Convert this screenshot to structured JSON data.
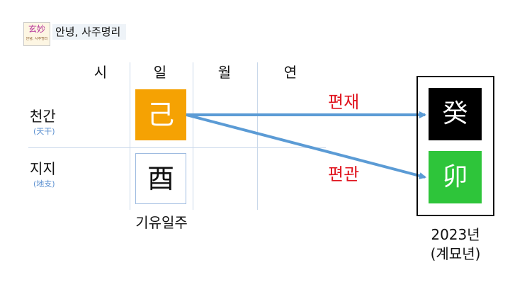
{
  "logo": {
    "main": "玄妙",
    "sub": "안녕, 사주명리"
  },
  "site_title": "안녕, 사주명리",
  "columns": [
    "시",
    "일",
    "월",
    "연"
  ],
  "rows": [
    {
      "label": "천간",
      "hanja": "(天干)"
    },
    {
      "label": "지지",
      "hanja": "(地支)"
    }
  ],
  "day_pillar": {
    "stem": "己",
    "branch": "酉",
    "caption": "기유일주"
  },
  "relations": [
    {
      "label": "편재"
    },
    {
      "label": "편관"
    }
  ],
  "year": {
    "stem": "癸",
    "branch": "卯",
    "label_year": "2023년",
    "label_name": "(계묘년)"
  },
  "colors": {
    "stem_bg": "#f5a203",
    "year_stem_bg": "#000000",
    "year_branch_bg": "#2ec53a",
    "arrow": "#5b9bd5",
    "relation_text": "#e0141e"
  }
}
